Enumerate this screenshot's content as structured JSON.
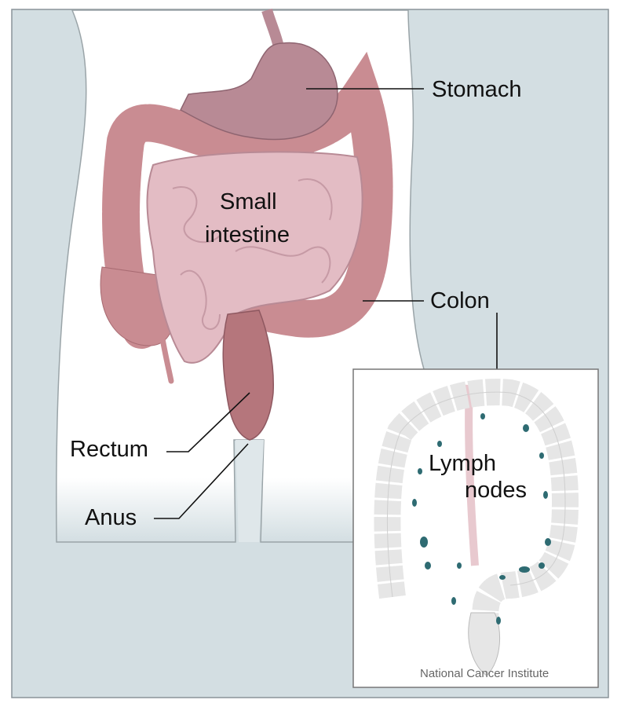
{
  "labels": {
    "stomach": "Stomach",
    "small_intestine_line1": "Small",
    "small_intestine_line2": "intestine",
    "colon": "Colon",
    "rectum": "Rectum",
    "anus": "Anus",
    "lymph_nodes_line1": "Lymph",
    "lymph_nodes_line2": "nodes"
  },
  "credit": "National Cancer Institute",
  "colors": {
    "background": "#d3dee2",
    "body": "#ffffff",
    "organ": "#c98c92",
    "small_intestine": "#e3bcc4",
    "stomach": "#b88a95",
    "lymph_node": "#2e6b72",
    "inset_colon": "#e6e6e6"
  }
}
